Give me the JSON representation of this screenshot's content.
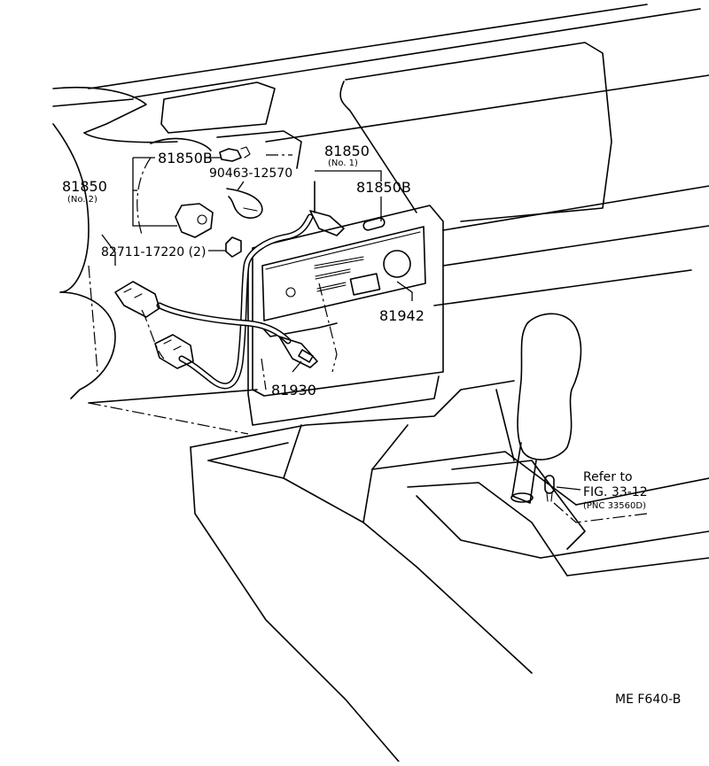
{
  "labels": {
    "p81850_no2": "81850",
    "p81850_no2_sub": "(No. 2)",
    "p81850b_left": "81850B",
    "p90463": "90463-12570",
    "p81850_no1": "81850",
    "p81850_no1_sub": "(No. 1)",
    "p81850b_right": "81850B",
    "p82711": "82711-17220  (2)",
    "p81942": "81942",
    "p81930": "81930",
    "refer_line1": "Refer to",
    "refer_line2": "FIG. 33-12",
    "refer_line3": "(PNC 33560D)",
    "figure_code": "ME  F640-B"
  }
}
